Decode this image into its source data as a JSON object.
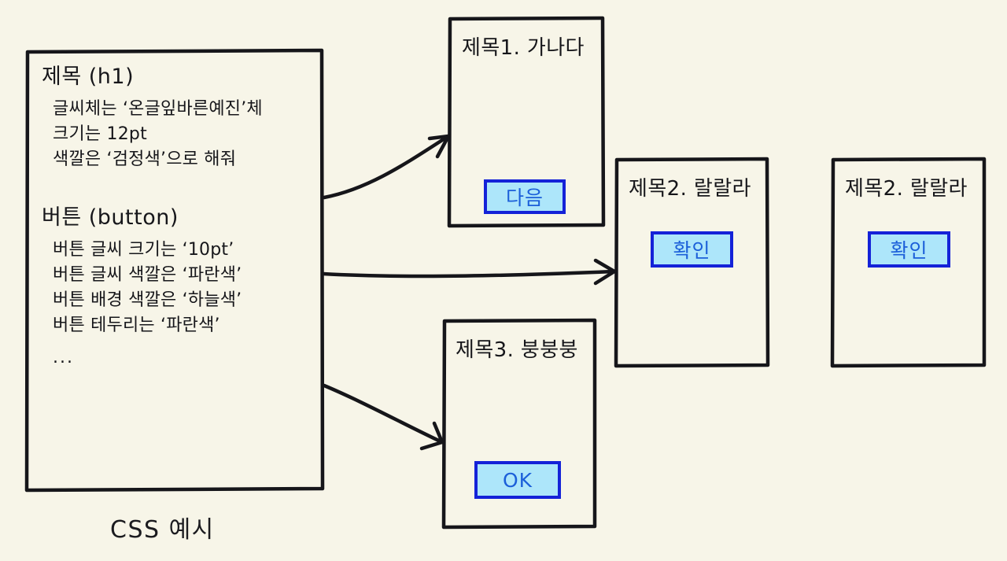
{
  "canvas": {
    "background": "#f7f5e8",
    "ink": "#16161a",
    "accent_blue": "#1422d8",
    "button_fill": "#ade6fa",
    "button_text": "#1b5fd9"
  },
  "spec_box": {
    "sections": [
      {
        "heading": "제목 (h1)",
        "lines": [
          "글씨체는 ‘온글잎바른예진’체",
          "크기는 12pt",
          "색깔은 ‘검정색’으로 해줘"
        ]
      },
      {
        "heading": "버튼 (button)",
        "lines": [
          "버튼 글씨 크기는 ‘10pt’",
          "버튼 글씨 색깔은 ‘파란색’",
          "버튼 배경 색깔은 ‘하늘색’",
          "버튼 테두리는 ‘파란색’"
        ],
        "ellipsis": "..."
      }
    ]
  },
  "caption": {
    "text": "CSS 예시"
  },
  "cards": [
    {
      "id": "card-1",
      "title": "제목1. 가나다",
      "button_label": "다음"
    },
    {
      "id": "card-2",
      "title": "제목2. 랄랄라",
      "button_label": "확인"
    },
    {
      "id": "card-3",
      "title": "제목2. 랄랄라",
      "button_label": "확인"
    },
    {
      "id": "card-4",
      "title": "제목3. 붕붕붕",
      "button_label": "OK"
    }
  ],
  "arrows": [
    {
      "name": "arrow-to-card-1",
      "from": "spec-box",
      "to": "card-1"
    },
    {
      "name": "arrow-to-card-2",
      "from": "spec-box",
      "to": "card-2"
    },
    {
      "name": "arrow-to-card-4",
      "from": "spec-box",
      "to": "card-4"
    }
  ]
}
